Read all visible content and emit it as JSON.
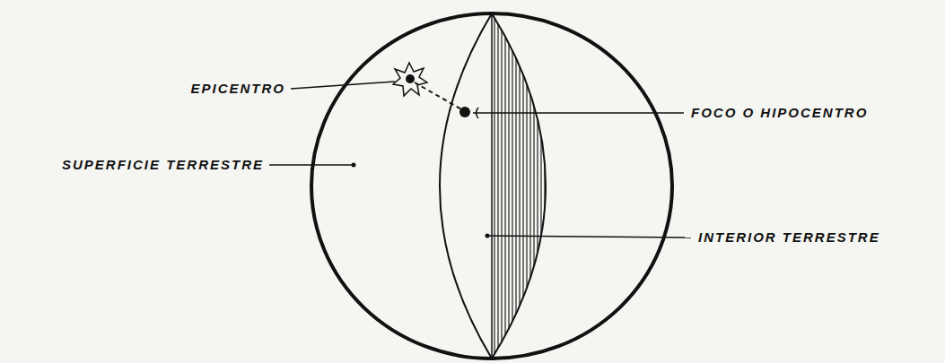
{
  "diagram": {
    "labels": [
      "EPICENTRO",
      "FOCO O HIPOCENTRO",
      "SUPERFICIE TERRESTRE",
      "INTERIOR TERRESTRE"
    ]
  }
}
